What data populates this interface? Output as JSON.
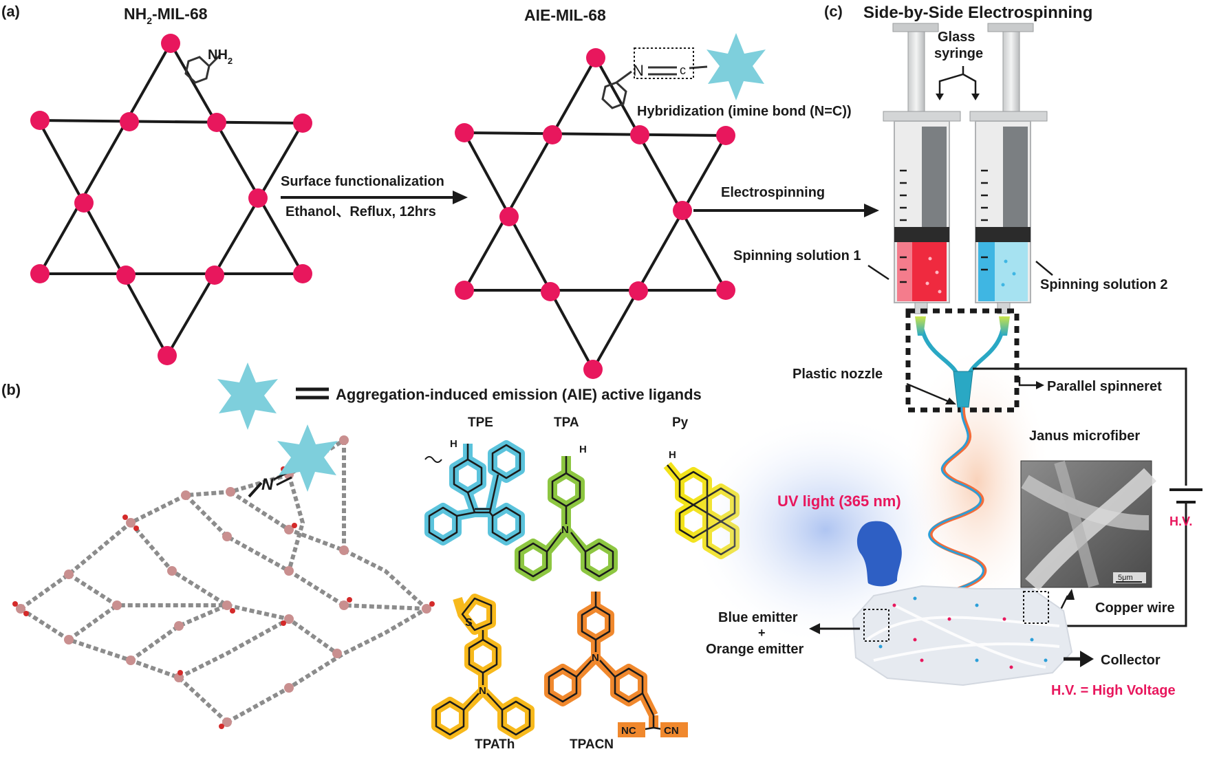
{
  "panels": {
    "a": {
      "tag": "(a)",
      "left_title_main": "NH",
      "left_title_sub": "2",
      "left_title_rest": "-MIL-68",
      "nh2_main": "NH",
      "nh2_sub": "2",
      "arrow_line1": "Surface functionalization",
      "arrow_line2": "Ethanol、Reflux, 12hrs",
      "right_title": "AIE-MIL-68",
      "imine_n": "N",
      "imine_c": "c",
      "hybridization": "Hybridization (imine bond (N=C))",
      "electrospinning": "Electrospinning"
    },
    "b": {
      "tag": "(b)",
      "legend": "Aggregation-induced emission (AIE) active ligands",
      "n_label": "N",
      "ligands": [
        {
          "name": "TPE",
          "color": "#5bc3dc"
        },
        {
          "name": "TPA",
          "color": "#8dc641"
        },
        {
          "name": "Py",
          "color": "#f2e21a"
        },
        {
          "name": "TPATh",
          "color": "#f7b91c"
        },
        {
          "name": "TPACN",
          "color": "#f0882d"
        }
      ],
      "h_label": "H",
      "s_label": "S",
      "nc_label": "NC",
      "cn_label": "CN"
    },
    "c": {
      "tag": "(c)",
      "title": "Side-by-Side Electrospinning",
      "glass_syringe_1": "Glass",
      "glass_syringe_2": "syringe",
      "spinning_solution_1": "Spinning solution 1",
      "spinning_solution_2": "Spinning solution 2",
      "plastic_nozzle": "Plastic nozzle",
      "parallel_spinneret": "Parallel spinneret",
      "janus_microfiber": "Janus microfiber",
      "scale_bar": "5μm",
      "uv_light": "UV light (365 nm)",
      "hv": "H.V.",
      "copper_wire": "Copper wire",
      "blue_emitter": "Blue emitter",
      "plus": "+",
      "orange_emitter": "Orange emitter",
      "collector": "Collector",
      "hv_legend": "H.V. = High Voltage"
    }
  },
  "colors": {
    "node": "#e8175d",
    "aie_star": "#7ecfdc",
    "fiber_blue": "#2b9fd9",
    "fiber_orange": "#f26c3a",
    "solution_red": "#ef2a3f",
    "solution_blue": "#3fb6e3",
    "highlight": "#e8175d"
  }
}
